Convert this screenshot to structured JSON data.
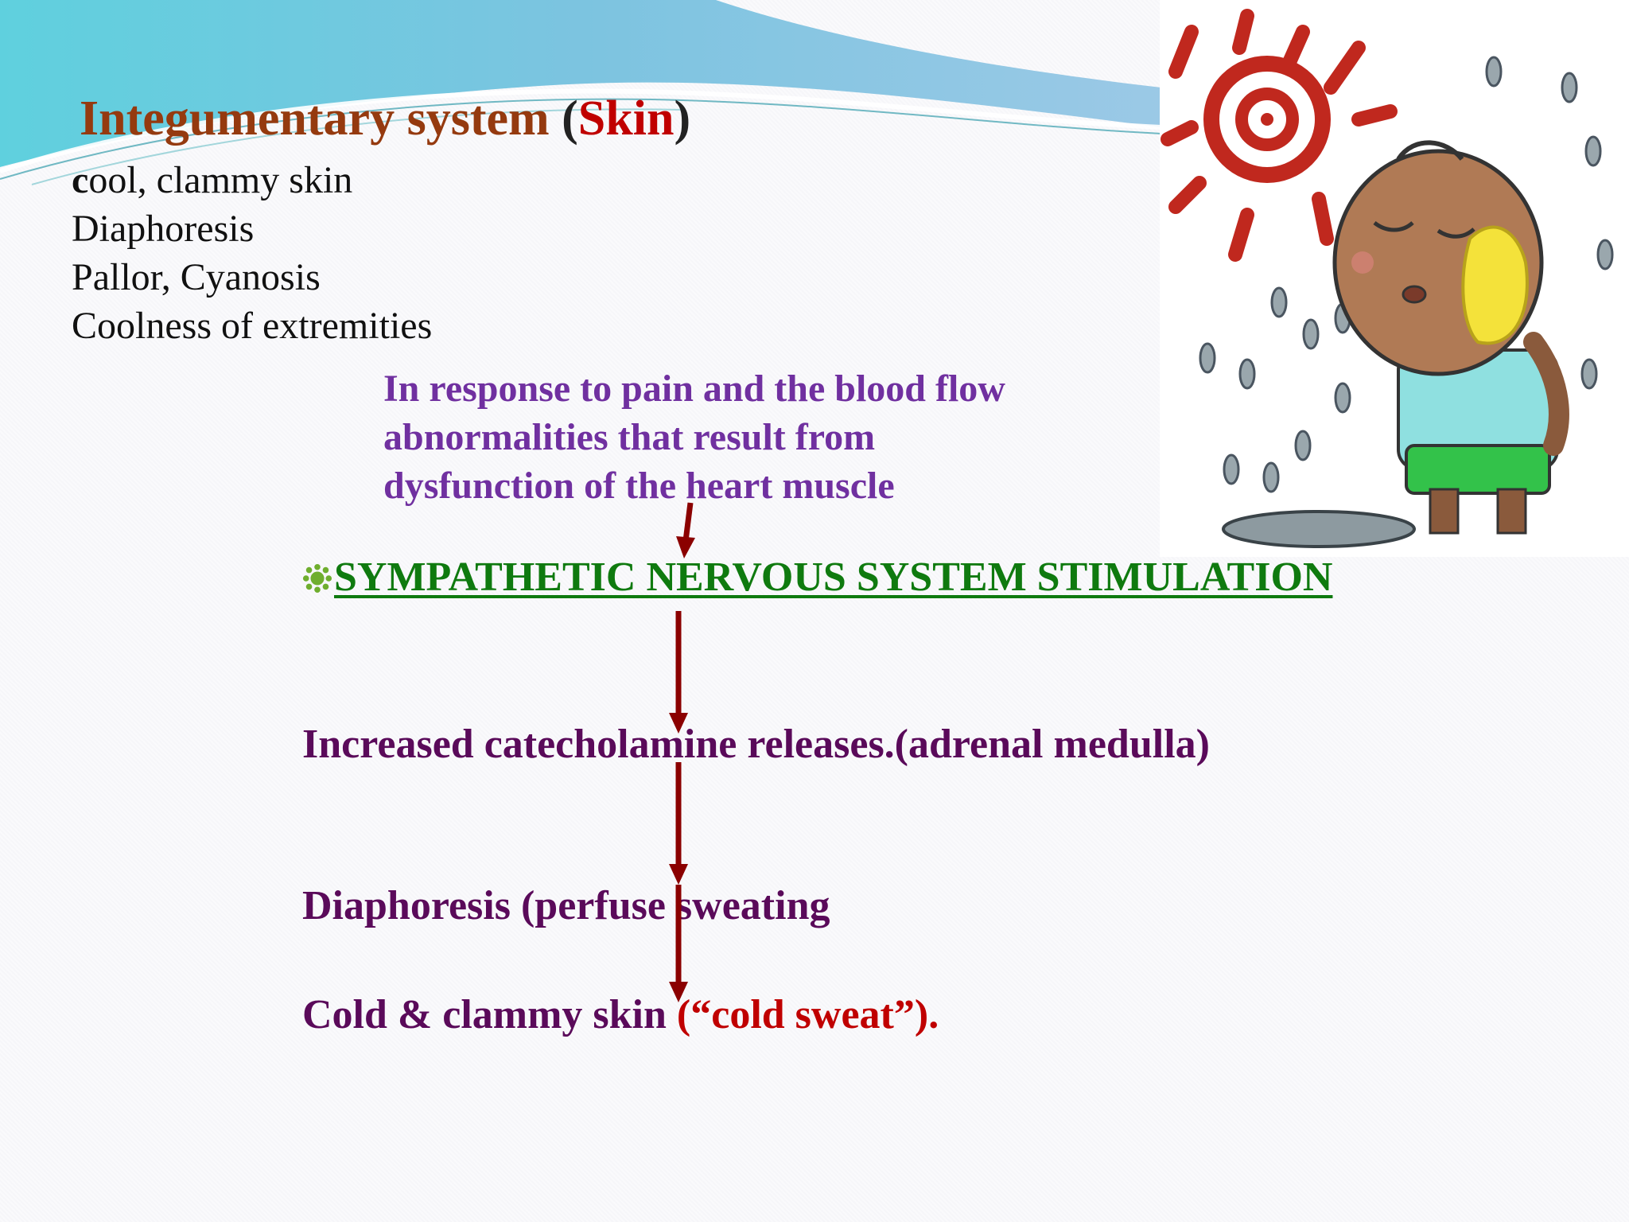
{
  "slide": {
    "title": {
      "main": "Integumentary system",
      "open_paren": "(",
      "emphasis": "Skin",
      "close_paren": ")"
    },
    "bullets": [
      {
        "first_letter": "c",
        "rest": "ool, clammy skin"
      },
      {
        "first_letter": "",
        "rest": "Diaphoresis"
      },
      {
        "first_letter": "",
        "rest": "Pallor, Cyanosis"
      },
      {
        "first_letter": "",
        "rest": "Coolness of extremities"
      }
    ],
    "response_lines": [
      "In response to pain and the blood flow",
      "abnormalities that result from",
      "dysfunction of the heart muscle"
    ],
    "heading": "SYMPATHETIC NERVOUS SYSTEM STIMULATION",
    "step1": "Increased catecholamine releases.(adrenal medulla)",
    "step2": "Diaphoresis (perfuse sweating",
    "step3": {
      "main": "Cold & clammy skin ",
      "emphasis": "(“cold sweat”)."
    }
  },
  "colors": {
    "title": "#953a0f",
    "skin_emphasis": "#c00000",
    "response_text": "#7030a0",
    "heading": "#0f7a0f",
    "steps": "#5a0a5a",
    "arrow": "#8b0000"
  },
  "image": {
    "icon": "sweating-child-sun-illustration"
  }
}
